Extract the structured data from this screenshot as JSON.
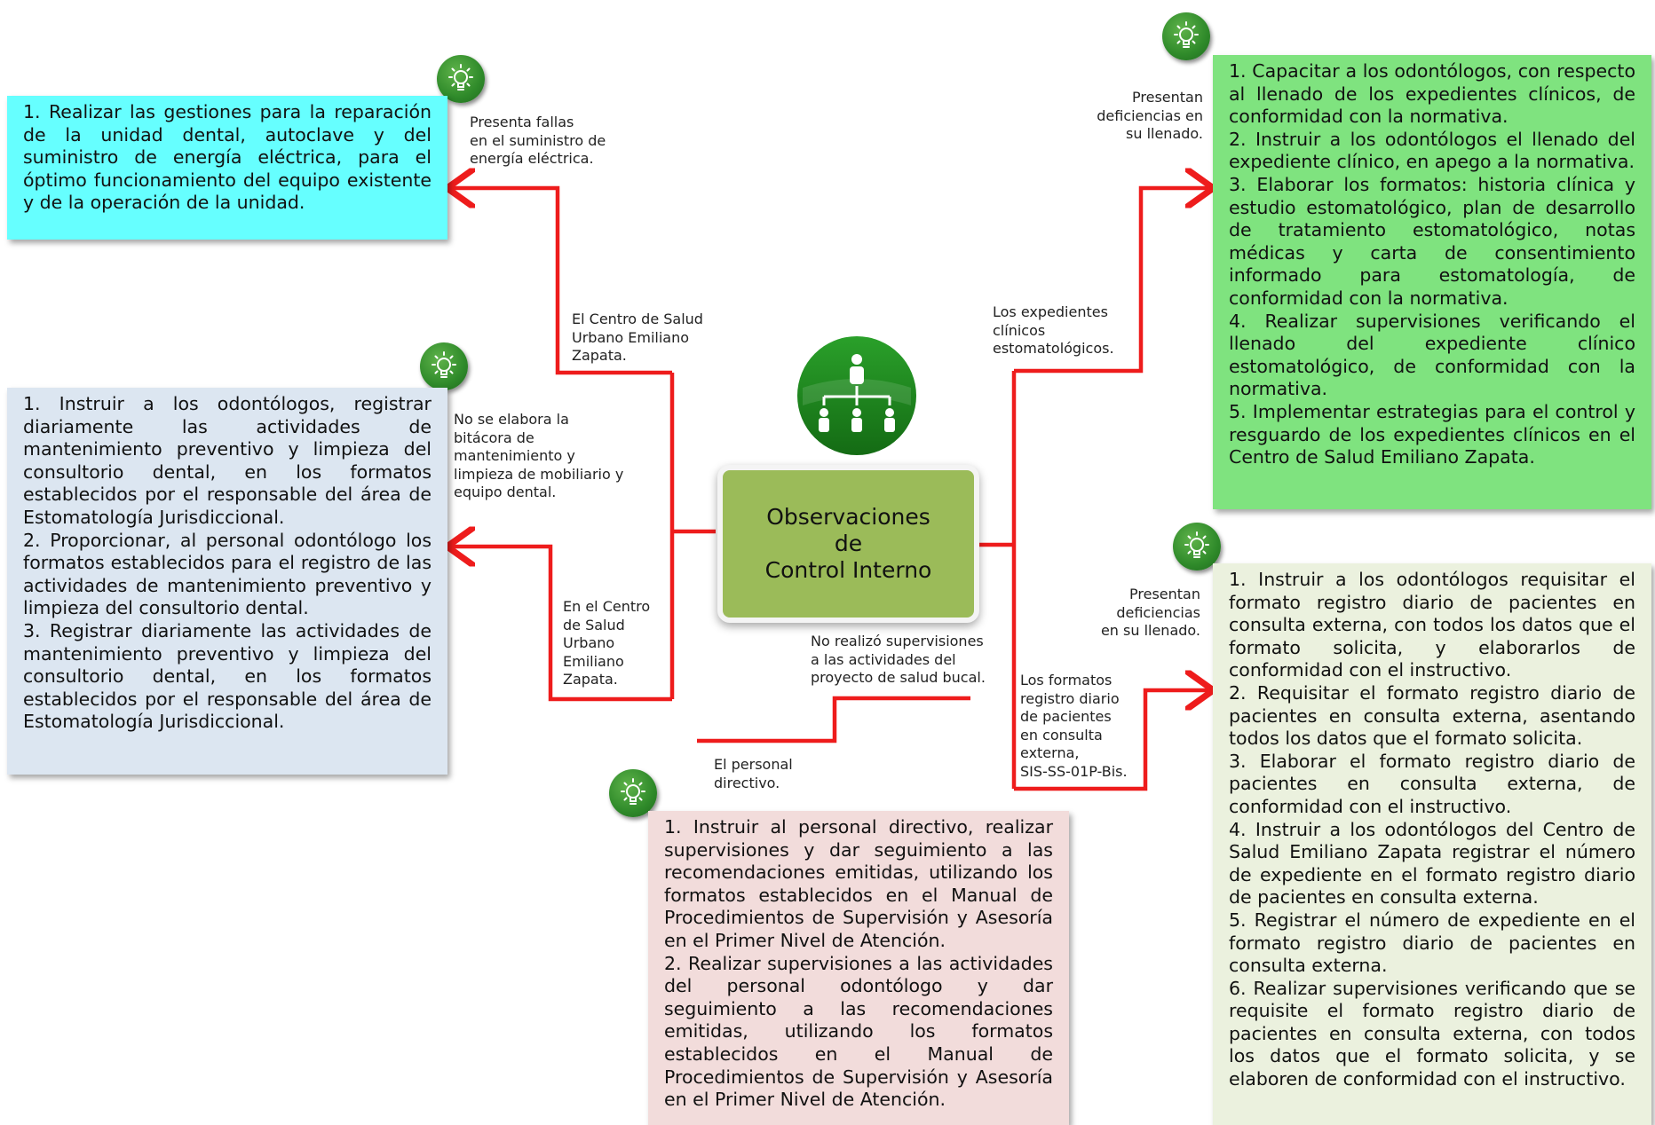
{
  "center": {
    "lines": [
      "Observaciones",
      "de",
      "Control Interno"
    ]
  },
  "icons": {
    "center": "organization-chart-icon",
    "recommendation": "lightbulb-icon"
  },
  "colors": {
    "connector": "#ee1c1c",
    "center_fill": "#9bbb59",
    "icon_green": "#2f8a2a"
  },
  "branches": {
    "top_left": {
      "topic": "El Centro de Salud\nUrbano Emiliano\nZapata.",
      "finding": "Presenta fallas\nen el suministro de\nenergía eléctrica.",
      "recommendations": [
        "1. Realizar las gestiones para la reparación de la unidad dental, autoclave y del suministro de energía eléctrica, para el óptimo funcionamiento del equipo existente y de la operación de la unidad."
      ],
      "color": "#66ffff"
    },
    "mid_left": {
      "topic": "En el Centro\nde Salud\nUrbano\nEmiliano\nZapata.",
      "finding": "No se elabora la\nbitácora de\nmantenimiento y\nlimpieza de mobiliario y\nequipo dental.",
      "recommendations": [
        "1. Instruir a los odontólogos, registrar diariamente las actividades de mantenimiento preventivo y limpieza del consultorio dental, en los formatos establecidos por el responsable del área de Estomatología Jurisdiccional.",
        "2. Proporcionar, al personal odontólogo los formatos establecidos para el registro de las actividades de mantenimiento preventivo y limpieza del consultorio dental.",
        "3. Registrar diariamente las actividades de mantenimiento preventivo y limpieza del consultorio dental, en los formatos establecidos por el responsable del área de Estomatología Jurisdiccional."
      ],
      "color": "#dce6f1"
    },
    "bottom": {
      "topic": "El personal\ndirectivo.",
      "finding": "No realizó supervisiones\na las actividades del\nproyecto de salud bucal.",
      "recommendations": [
        "1. Instruir al personal directivo, realizar supervisiones y dar seguimiento a las recomendaciones emitidas, utilizando los formatos establecidos en el Manual de Procedimientos de Supervisión y Asesoría en el Primer Nivel de Atención.",
        "2. Realizar supervisiones a las actividades del personal odontólogo y dar seguimiento a las recomendaciones emitidas, utilizando los formatos establecidos en el Manual de Procedimientos de Supervisión y Asesoría en el Primer Nivel de Atención."
      ],
      "color": "#f2dcdb"
    },
    "top_right": {
      "topic": "Los expedientes\nclínicos\nestomatológicos.",
      "finding": "Presentan\ndeficiencias en\nsu llenado.",
      "recommendations": [
        "1. Capacitar a los odontólogos, con respecto al llenado de los expedientes clínicos, de conformidad con la normativa.",
        "2. Instruir a los odontólogos el llenado del expediente clínico, en apego a la normativa.",
        "3. Elaborar los formatos: historia clínica y estudio estomatológico, plan de desarrollo de tratamiento estomatológico, notas médicas y carta de consentimiento informado para estomatología, de conformidad con la normativa.",
        "4. Realizar supervisiones verificando el llenado del expediente clínico estomatológico, de conformidad con la normativa.",
        "5. Implementar estrategias para el control y resguardo de los expedientes clínicos en el Centro de Salud Emiliano Zapata."
      ],
      "color": "#7fe37f"
    },
    "bottom_right": {
      "topic": "Los formatos\nregistro diario\nde pacientes\nen consulta\nexterna,\nSIS-SS-01P-Bis.",
      "finding": "Presentan\ndeficiencias\nen su llenado.",
      "recommendations": [
        "1. Instruir a los odontólogos requisitar el formato registro diario de pacientes en consulta externa, con todos los datos que el formato solicita, y elaborarlos de conformidad con el instructivo.",
        "2. Requisitar el formato registro diario de pacientes en consulta externa, asentando todos los datos que el formato solicita.",
        "3. Elaborar el formato registro diario de pacientes en consulta externa, de conformidad con el instructivo.",
        "4. Instruir a los odontólogos del Centro de Salud Emiliano Zapata registrar el número de expediente en el formato registro diario de pacientes en consulta externa.",
        "5. Registrar el número de expediente en el formato registro diario de pacientes en consulta externa.",
        "6. Realizar supervisiones verificando que se requisite el formato registro diario de pacientes en consulta externa, con todos los datos que el formato solicita, y se elaboren de conformidad con el instructivo."
      ],
      "color": "#ebf1de"
    }
  }
}
